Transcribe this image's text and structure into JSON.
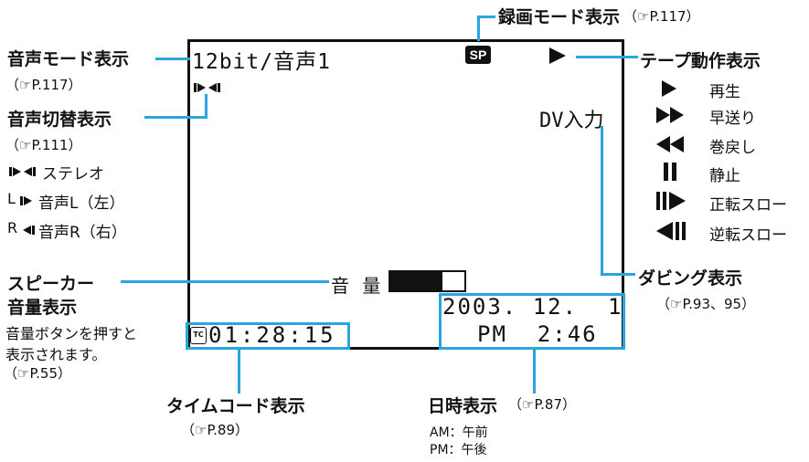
{
  "screen": {
    "audio_mode": "12bit/音声1",
    "rec_mode": "SP",
    "input": "DV入力",
    "volume_label": "音 量",
    "date": "2003. 12.  1",
    "time": "PM  2:46",
    "timecode": "01:28:15",
    "tc_badge": "TC"
  },
  "callouts": {
    "rec_mode": {
      "title": "録画モード表示",
      "ref": "（☞P.117）"
    },
    "audio_mode": {
      "title": "音声モード表示",
      "ref": "（☞P.117）"
    },
    "audio_switch": {
      "title": "音声切替表示",
      "ref": "（☞P.111）",
      "items": [
        {
          "label": "ステレオ",
          "icon": "stereo-icon"
        },
        {
          "label": "音声L（左）",
          "prefix": "L",
          "icon": "audio-left-icon"
        },
        {
          "label": "音声R（右）",
          "prefix": "R",
          "icon": "audio-right-icon"
        }
      ]
    },
    "tape_op": {
      "title": "テープ動作表示",
      "items": [
        {
          "label": "再生",
          "icon": "play-icon"
        },
        {
          "label": "早送り",
          "icon": "fast-forward-icon"
        },
        {
          "label": "巻戻し",
          "icon": "rewind-icon"
        },
        {
          "label": "静止",
          "icon": "pause-icon"
        },
        {
          "label": "正転スロー",
          "icon": "slow-forward-icon"
        },
        {
          "label": "逆転スロー",
          "icon": "slow-reverse-icon"
        }
      ]
    },
    "speaker": {
      "title1": "スピーカー",
      "title2": "音量表示",
      "desc1": "音量ボタンを押すと",
      "desc2": "表示されます。",
      "ref": "（☞P.55）"
    },
    "dubbing": {
      "title": "ダビング表示",
      "ref": "（☞P.93、95）"
    },
    "timecode": {
      "title": "タイムコード表示",
      "ref": "（☞P.89）"
    },
    "datetime": {
      "title": "日時表示",
      "ref": "（☞P.87）",
      "am": "AM：午前",
      "pm": "PM：午後"
    }
  },
  "colors": {
    "leader": "#2aa6dc",
    "frame": "#111111"
  }
}
